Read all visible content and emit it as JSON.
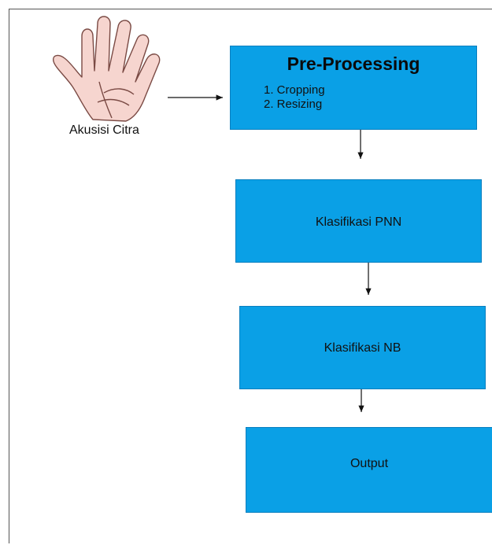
{
  "acquisition": {
    "label": "Akusisi Citra",
    "icon": "hand-icon"
  },
  "preprocessing": {
    "title": "Pre-Processing",
    "steps": [
      "1. Cropping",
      "2. Resizing"
    ]
  },
  "classifier_pnn": {
    "label": "Klasifikasi PNN"
  },
  "classifier_nb": {
    "label": "Klasifikasi NB"
  },
  "output": {
    "label": "Output"
  },
  "colors": {
    "box_fill": "#0aa0e6",
    "box_border": "#0a7fbf",
    "arrow": "#111111",
    "hand_skin": "#f6d5cf"
  }
}
